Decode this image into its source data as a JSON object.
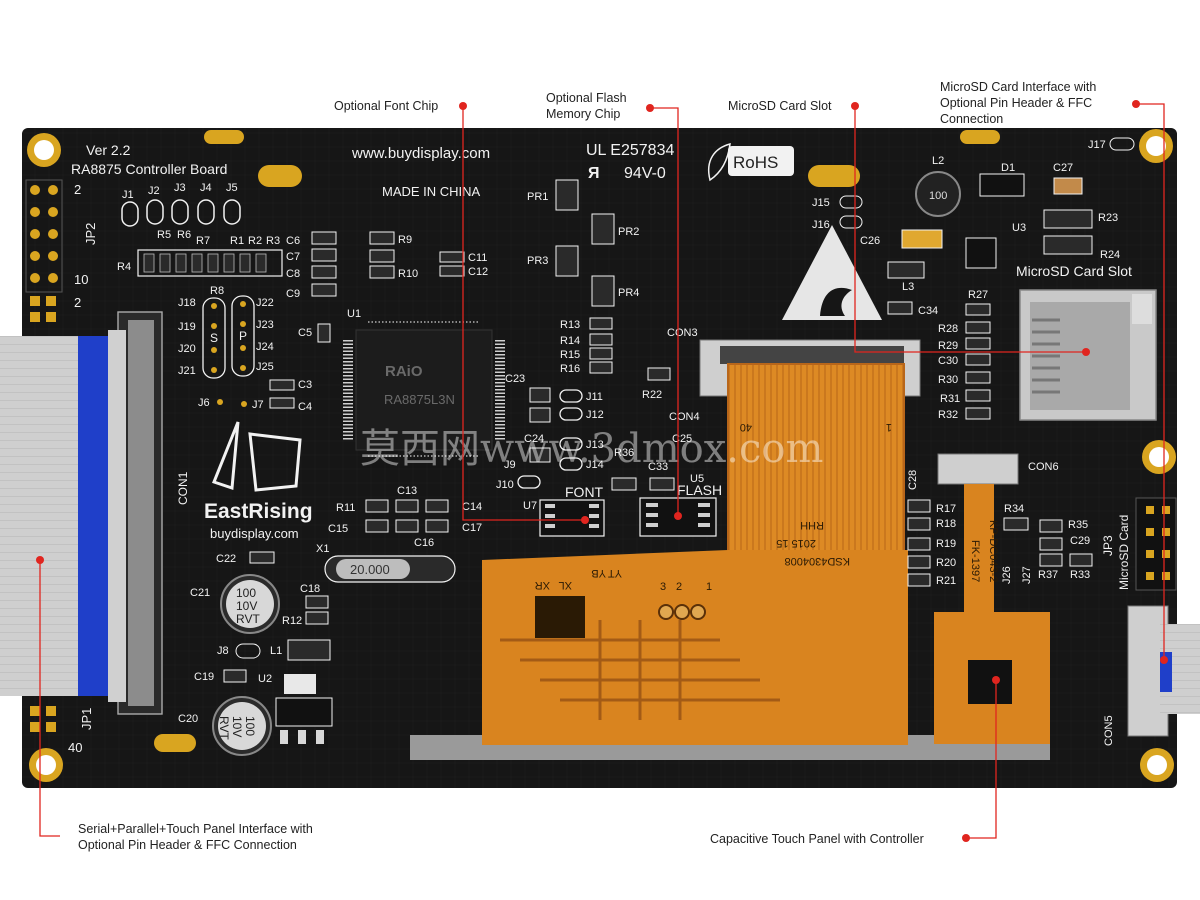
{
  "callouts": {
    "font_chip": "Optional Font Chip",
    "flash_chip": [
      "Optional Flash",
      "Memory Chip"
    ],
    "sd_slot": "MicroSD Card Slot",
    "sd_interface": [
      "MicroSD Card Interface with",
      "Optional Pin Header & FFC",
      "Connection"
    ],
    "serial_parallel": [
      "Serial+Parallel+Touch Panel Interface with",
      "Optional Pin Header & FFC Connection"
    ],
    "touch_panel": "Capacitive Touch Panel with Controller"
  },
  "board": {
    "version": "Ver 2.2",
    "name": "RA8875 Controller Board",
    "url": "www.buydisplay.com",
    "made_in": "MADE IN CHINA",
    "ul": "UL  E257834",
    "rating": "94V-0",
    "rohs": "RoHS",
    "brand": "EastRising",
    "brand_url": "buydisplay.com",
    "chip_brand": "RAiO",
    "chip_model": "RA8875L3N",
    "crystal": "20.000",
    "sd_label": "MicroSD  Card  Slot",
    "font_label": "FONT",
    "flash_label": "FLASH",
    "jp3_label": "MicroSD Card",
    "fpc_code": "KSD4304008",
    "fpc_date": "2015 15",
    "fpc_rhh": "RHH",
    "cap_code": "KP-DC043-2",
    "cap_sub": "FK-1397",
    "cap1": [
      "100",
      "10V",
      "RVT"
    ],
    "cap2": [
      "100",
      "10V",
      "RVT"
    ],
    "inductor": "100",
    "watermark": "莫西网www.3dmox.com"
  },
  "labels": {
    "jp2": "JP2",
    "jp1": "JP1",
    "jp3": "JP3",
    "con1": "CON1",
    "con3": "CON3",
    "con4": "CON4",
    "con5": "CON5",
    "con6": "CON6",
    "u1": "U1",
    "u2": "U2",
    "u3": "U3",
    "u5": "U5",
    "u7": "U7",
    "j_row": [
      "J1",
      "J2",
      "J3",
      "J4",
      "J5"
    ],
    "r_row": [
      "R5",
      "R6",
      "R7",
      "R1",
      "R2",
      "R3"
    ],
    "c_col": [
      "C6",
      "C7",
      "C8",
      "C9"
    ],
    "r9": [
      "R9",
      "R10"
    ],
    "c11": [
      "C11",
      "C12"
    ],
    "pr": [
      "PR1",
      "PR2",
      "PR3",
      "PR4"
    ],
    "r13": [
      "R13",
      "R14",
      "R15",
      "R16"
    ],
    "j_mid": [
      "J18",
      "J19",
      "J20",
      "J21",
      "J22",
      "J23",
      "J24",
      "J25"
    ],
    "sp": [
      "S",
      "P"
    ],
    "misc_left": [
      "R4",
      "R8",
      "C5",
      "C3",
      "C4",
      "J6",
      "J7"
    ],
    "j_center": [
      "J11",
      "J12",
      "J13",
      "J14",
      "J9",
      "J10"
    ],
    "c_center": [
      "C23",
      "C24",
      "C25",
      "C33",
      "R22",
      "R36"
    ],
    "c_bottom": [
      "C13",
      "C14",
      "C15",
      "C16",
      "C17",
      "R11",
      "X1"
    ],
    "c_lower_left": [
      "C22",
      "C21",
      "C18",
      "R12",
      "J8",
      "L1",
      "C19",
      "C20"
    ],
    "right_top": [
      "L2",
      "D1",
      "C27",
      "J15",
      "J16",
      "C26",
      "R23",
      "R24",
      "L3",
      "C34",
      "J17"
    ],
    "r_right": [
      "R27",
      "R28",
      "R29",
      "C30",
      "R30",
      "R31",
      "R32"
    ],
    "r_right_lower": [
      "C28",
      "R17",
      "R18",
      "R19",
      "R20",
      "R21"
    ],
    "r_far_right": [
      "R34",
      "R35",
      "C29",
      "J26",
      "J27",
      "R37",
      "R33"
    ],
    "jp2_nums": [
      "2",
      "10"
    ],
    "jp1_nums": [
      "2",
      "40"
    ],
    "fpc_nums": [
      "40",
      "1"
    ],
    "touch_pins": [
      "YT",
      "YB",
      "XL",
      "XR",
      "1",
      "2",
      "3"
    ]
  },
  "colors": {
    "pcb": "#161616",
    "silk": "#f2f2f2",
    "gold": "#d9a520",
    "fpc": "#d9841f",
    "fpc_dark": "#b8661a",
    "ribbon": "#c9c9c9",
    "ribbon_blue": "#1f3fc9",
    "callout_red": "#e0251f"
  }
}
